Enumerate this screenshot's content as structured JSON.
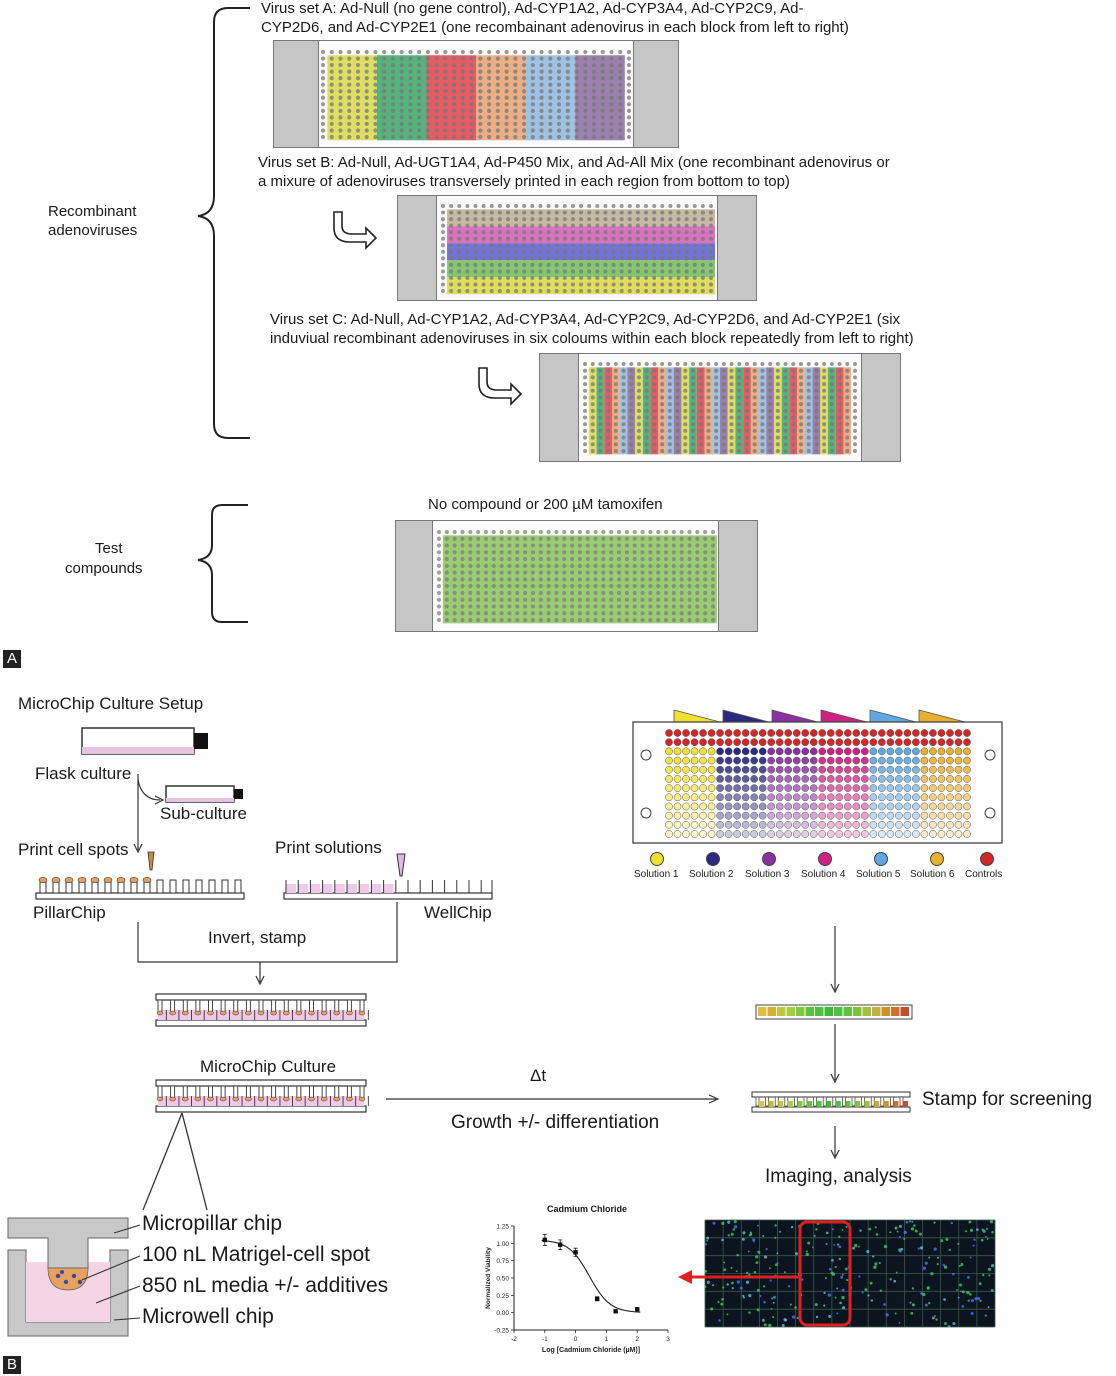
{
  "panel_a": {
    "tag": "A",
    "virus_set_a": {
      "line1": "Virus set A: Ad-Null (no gene control), Ad-CYP1A2, Ad-CYP3A4, Ad-CYP2C9, Ad-",
      "line2": "CYP2D6, and Ad-CYP2E1 (one recombainant adenovirus in each block from left to right)"
    },
    "virus_set_b": {
      "line1": "Virus set B: Ad-Null, Ad-UGT1A4, Ad-P450 Mix, and Ad-All Mix (one recombinant adenovirus or",
      "line2": "a mixure of adenoviruses transversely printed in each region from bottom to top)"
    },
    "virus_set_c": {
      "line1": "Virus set C: Ad-Null, Ad-CYP1A2, Ad-CYP3A4, Ad-CYP2C9, Ad-CYP2D6, and Ad-CYP2E1 (six",
      "line2": "induviual recombinant adenoviruses in six coloums within each block repeatedly from left to right)"
    },
    "recombinant_label": {
      "line1": "Recombinant",
      "line2": "adenoviruses"
    },
    "compounds_title": "No compound or 200 µM tamoxifen",
    "test_label": {
      "line1": "Test",
      "line2": "compounds"
    },
    "colors": {
      "set_a": [
        "#d8d84a",
        "#3aa667",
        "#e0404a",
        "#e8a070",
        "#8fb6dc",
        "#8a6aa0"
      ],
      "set_b": [
        "#bcae94",
        "#d05ab0",
        "#5a5ad0",
        "#70bc5a",
        "#d8d840"
      ],
      "set_c": [
        "#d8d84a",
        "#3aa667",
        "#e0404a",
        "#e8a070",
        "#8fb6dc",
        "#8a6aa0"
      ],
      "compound": "#8fc864"
    }
  },
  "panel_b": {
    "tag": "B",
    "setup_title": "MicroChip Culture Setup",
    "flask_culture": "Flask culture",
    "sub_culture": "Sub-culture",
    "print_cell_spots": "Print cell spots",
    "print_solutions": "Print solutions",
    "pillar_chip": "PillarChip",
    "well_chip": "WellChip",
    "invert_stamp": "Invert, stamp",
    "microchip_culture": "MicroChip Culture",
    "delta_t": "Δt",
    "growth": "Growth +/- differentiation",
    "stamp_screening": "Stamp for screening",
    "imaging": "Imaging, analysis",
    "callouts": [
      "Micropillar chip",
      "100 nL Matrigel-cell spot",
      "850 nL media +/- additives",
      "Microwell chip"
    ],
    "legend": [
      {
        "label": "Solution 1",
        "color": "#f0e030"
      },
      {
        "label": "Solution 2",
        "color": "#2a2a80"
      },
      {
        "label": "Solution 3",
        "color": "#8a30a0"
      },
      {
        "label": "Solution 4",
        "color": "#d02080"
      },
      {
        "label": "Solution 5",
        "color": "#60a8e0"
      },
      {
        "label": "Solution 6",
        "color": "#e8b030"
      },
      {
        "label": "Controls",
        "color": "#d02828"
      }
    ]
  },
  "chart_data": {
    "type": "scatter",
    "title": "Cadmium Chloride",
    "xlabel": "Log [Cadmium Chloride (µM)]",
    "ylabel": "Normalized Viability",
    "xlim": [
      -2,
      3
    ],
    "ylim": [
      -0.25,
      1.25
    ],
    "xticks": [
      -2,
      -1,
      0,
      1,
      2,
      3
    ],
    "yticks": [
      -0.25,
      0.0,
      0.25,
      0.5,
      0.75,
      1.0,
      1.25
    ],
    "points": [
      {
        "x": -1.0,
        "y": 1.05,
        "err": 0.08
      },
      {
        "x": -0.5,
        "y": 0.98,
        "err": 0.07
      },
      {
        "x": 0.0,
        "y": 0.87,
        "err": 0.06
      },
      {
        "x": 0.7,
        "y": 0.2,
        "err": 0.03
      },
      {
        "x": 1.3,
        "y": 0.02,
        "err": 0.02
      },
      {
        "x": 2.0,
        "y": 0.05,
        "err": 0.02
      }
    ],
    "fit": {
      "top": 1.05,
      "bottom": 0.0,
      "logIC50": 0.45,
      "hill": 1.3
    }
  }
}
